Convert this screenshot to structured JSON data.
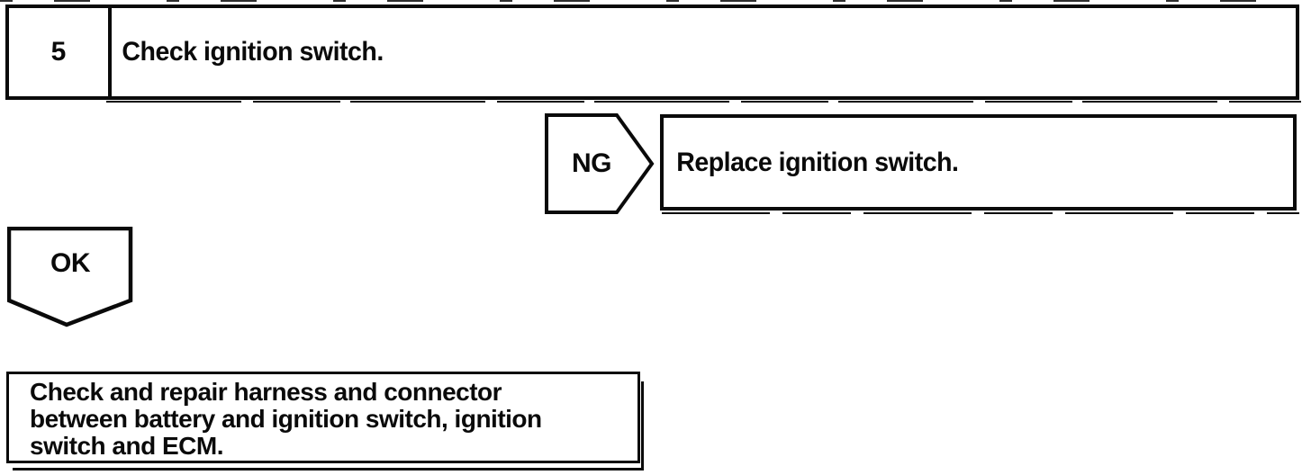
{
  "palette": {
    "ink": "#0a0a0a",
    "paper": "#ffffff"
  },
  "flowchart": {
    "step_number": "5",
    "step_instruction": "Check ignition switch.",
    "ng_label": "NG",
    "ng_action": "Replace ignition switch.",
    "ok_label": "OK",
    "ok_action": "Check and repair harness and connector\nbetween battery and ignition switch, ignition\nswitch and ECM."
  }
}
